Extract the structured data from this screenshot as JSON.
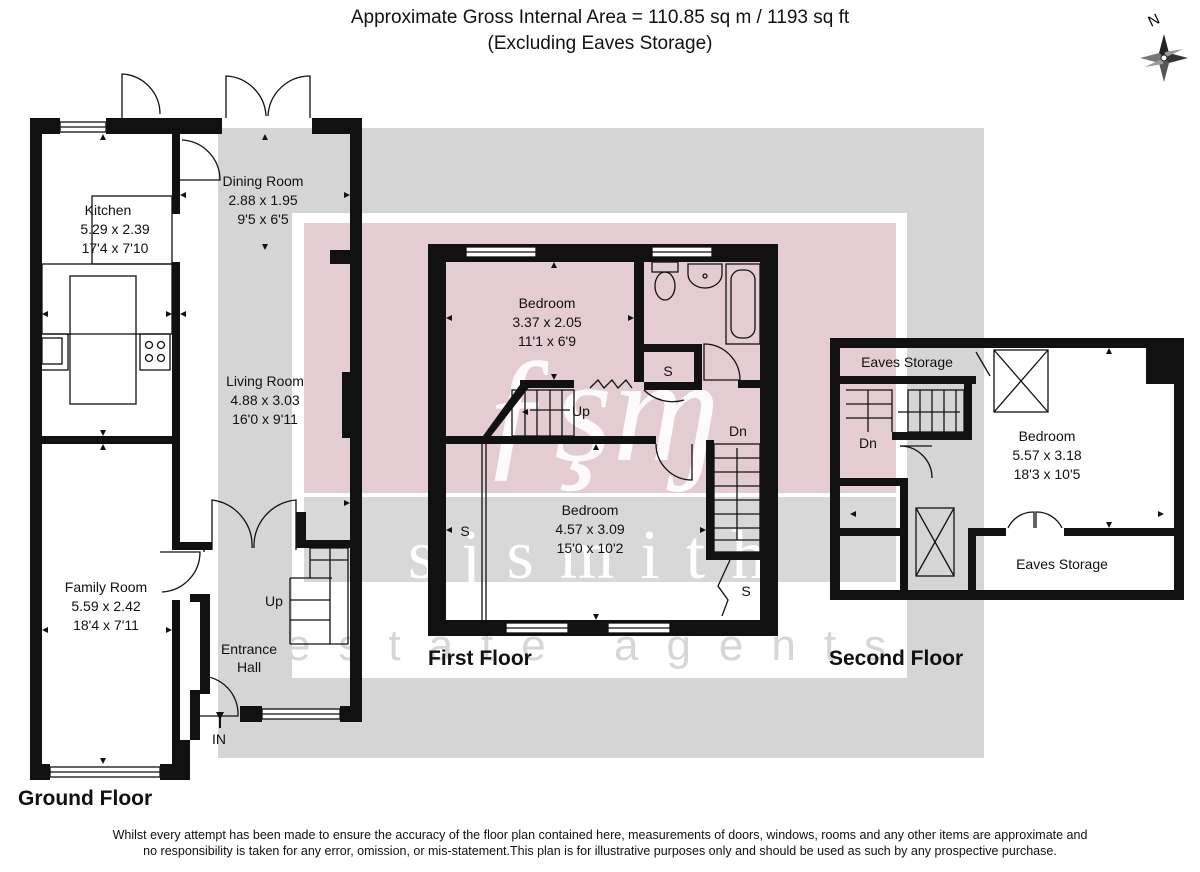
{
  "header": {
    "line1": "Approximate Gross Internal Area = 110.85 sq m / 1193 sq ft",
    "line2": "(Excluding Eaves Storage)"
  },
  "compass": {
    "label": "N"
  },
  "watermark": {
    "brand": "sjsmith",
    "sub": "estate agents"
  },
  "ground_floor": {
    "label": "Ground Floor",
    "rooms": {
      "kitchen": {
        "name": "Kitchen",
        "metric": "5.29 x 2.39",
        "imperial": "17'4 x 7'10"
      },
      "dining": {
        "name": "Dining Room",
        "metric": "2.88 x 1.95",
        "imperial": "9'5 x 6'5"
      },
      "living": {
        "name": "Living Room",
        "metric": "4.88 x 3.03",
        "imperial": "16'0 x 9'11"
      },
      "family": {
        "name": "Family Room",
        "metric": "5.59 x 2.42",
        "imperial": "18'4 x 7'11"
      },
      "hall_line1": "Entrance",
      "hall_line2": "Hall"
    },
    "stairs_label": "Up",
    "entry_label": "IN"
  },
  "first_floor": {
    "label": "First Floor",
    "rooms": {
      "bedroom_rear": {
        "name": "Bedroom",
        "metric": "3.37 x 2.05",
        "imperial": "11'1 x 6'9"
      },
      "bedroom_front": {
        "name": "Bedroom",
        "metric": "4.57 x 3.09",
        "imperial": "15'0 x 10'2"
      }
    },
    "storage_labels": {
      "landing_cupboard": "S",
      "wardrobe": "S",
      "front_cupboard": "S"
    },
    "stairs_up": "Up",
    "stairs_down": "Dn"
  },
  "second_floor": {
    "label": "Second Floor",
    "rooms": {
      "bedroom": {
        "name": "Bedroom",
        "metric": "5.57 x 3.18",
        "imperial": "18'3 x 10'5"
      },
      "eaves_top": "Eaves Storage",
      "eaves_bottom": "Eaves Storage"
    },
    "stairs_down": "Dn"
  },
  "footer": {
    "line1": "Whilst every attempt has been made to ensure the accuracy of the floor plan contained here, measurements of doors, windows, rooms and any other items are approximate and",
    "line2": "no responsibility is taken for any error, omission, or mis-statement.This plan is for illustrative purposes only and should be used as such by any prospective purchase."
  }
}
